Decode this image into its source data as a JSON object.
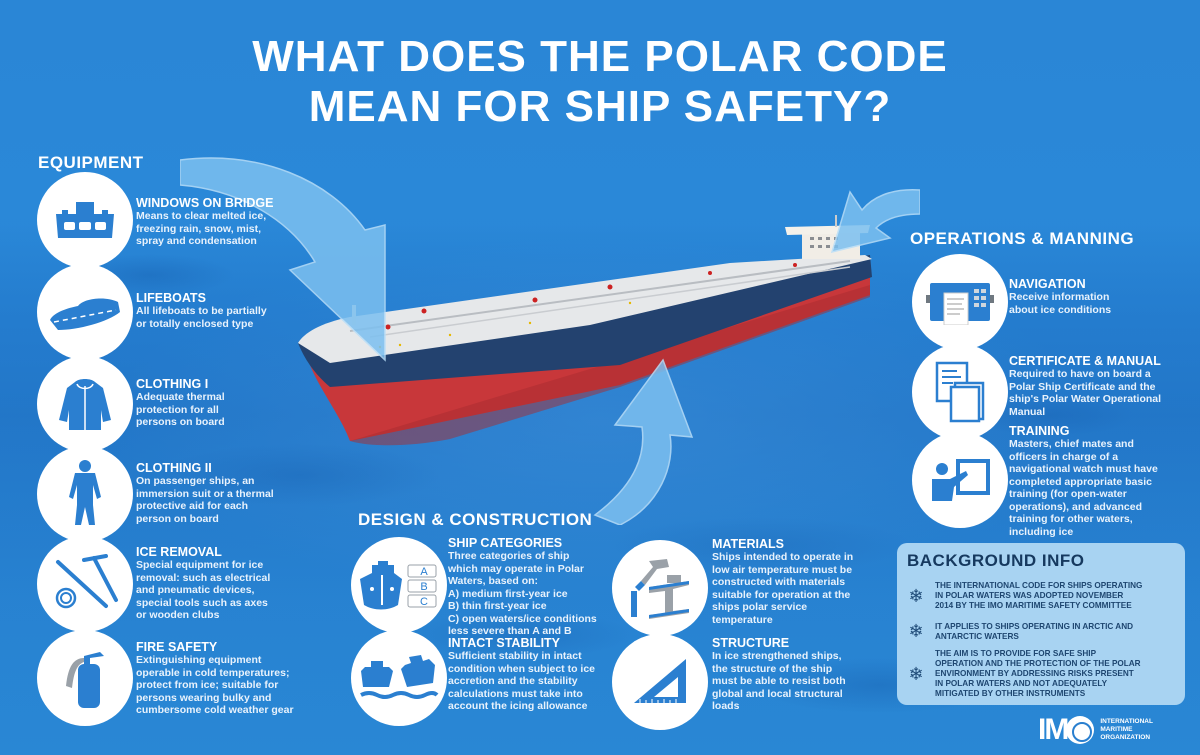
{
  "title": {
    "line1": "WHAT DOES THE POLAR CODE",
    "line2": "MEAN FOR SHIP SAFETY?"
  },
  "equipment": {
    "heading": "EQUIPMENT",
    "items": [
      {
        "icon": "bridge-windows-icon",
        "title": "WINDOWS ON BRIDGE",
        "desc": "Means to clear melted ice,\nfreezing rain, snow, mist,\nspray and condensation"
      },
      {
        "icon": "lifeboat-icon",
        "title": "LIFEBOATS",
        "desc": "All lifeboats to be partially\nor totally enclosed type"
      },
      {
        "icon": "jacket-icon",
        "title": "CLOTHING I",
        "desc": "Adequate thermal\nprotection for all\npersons on board"
      },
      {
        "icon": "immersion-suit-icon",
        "title": "CLOTHING II",
        "desc": "On passenger ships, an\nimmersion suit or a thermal\nprotective aid for each\nperson on board"
      },
      {
        "icon": "ice-tools-icon",
        "title": "ICE REMOVAL",
        "desc": "Special equipment for ice\nremoval: such as electrical\nand pneumatic devices,\nspecial tools such as axes\nor wooden clubs"
      },
      {
        "icon": "fire-extinguisher-icon",
        "title": "FIRE SAFETY",
        "desc": "Extinguishing equipment\noperable in cold temperatures;\nprotect from ice; suitable for\npersons wearing bulky and\ncumbersome cold weather gear"
      }
    ]
  },
  "operations": {
    "heading": "OPERATIONS & MANNING",
    "items": [
      {
        "icon": "navtex-receiver-icon",
        "title": "NAVIGATION",
        "desc": "Receive information\nabout ice conditions"
      },
      {
        "icon": "documents-icon",
        "title": "CERTIFICATE & MANUAL",
        "desc": "Required to have on board a\nPolar Ship Certificate and the\nship's Polar Water Operational\nManual"
      },
      {
        "icon": "instructor-board-icon",
        "title": "TRAINING",
        "desc": "Masters, chief mates and\nofficers in charge of a\nnavigational watch must have\ncompleted appropriate basic\ntraining (for open-water\noperations), and advanced\ntraining for other waters,\nincluding ice"
      }
    ]
  },
  "design": {
    "heading": "DESIGN & CONSTRUCTION",
    "items": [
      {
        "icon": "ship-categories-icon",
        "title": "SHIP CATEGORIES",
        "desc": "Three categories of ship\nwhich may operate in Polar\nWaters, based on:\nA) medium first-year ice\nB) thin first-year ice\nC) open waters/ice conditions\nless severe than A and B",
        "tags": [
          "A",
          "B",
          "C"
        ]
      },
      {
        "icon": "ship-stability-icon",
        "title": "INTACT STABILITY",
        "desc": "Sufficient stability in intact\ncondition when subject to ice\naccretion and the stability\ncalculations must take into\naccount the icing allowance"
      },
      {
        "icon": "materials-icon",
        "title": "MATERIALS",
        "desc": "Ships intended to operate in\nlow air temperature must be\nconstructed with materials\nsuitable for operation at the\nships polar service\ntemperature"
      },
      {
        "icon": "set-square-icon",
        "title": "STRUCTURE",
        "desc": "In ice strengthened ships,\nthe structure of the ship\nmust be able to resist both\nglobal and local structural\nloads"
      }
    ]
  },
  "background_info": {
    "heading": "BACKGROUND INFO",
    "items": [
      "THE INTERNATIONAL CODE FOR SHIPS OPERATING\nIN POLAR WATERS WAS ADOPTED NOVEMBER\n2014 BY THE IMO MARITIME SAFETY COMMITTEE",
      "IT APPLIES TO SHIPS OPERATING IN ARCTIC AND\nANTARCTIC WATERS",
      "THE AIM IS TO PROVIDE FOR SAFE SHIP\nOPERATION AND THE PROTECTION OF THE POLAR\nENVIRONMENT BY ADDRESSING RISKS PRESENT\nIN POLAR WATERS AND NOT ADEQUATELY\nMITIGATED BY OTHER INSTRUMENTS"
    ],
    "bullet_icon": "snowflake-icon",
    "bullet_glyph": "❄"
  },
  "logo": {
    "letters": "IM",
    "org_name": "INTERNATIONAL\nMARITIME\nORGANIZATION"
  },
  "colors": {
    "background": "#2a86d6",
    "icon_blue": "#2b7fd0",
    "hull_red": "#c8373a",
    "hull_navy": "#23426f",
    "deck": "#e6e8ea",
    "info_box": "#a8d3f2",
    "info_text": "#16395f"
  }
}
